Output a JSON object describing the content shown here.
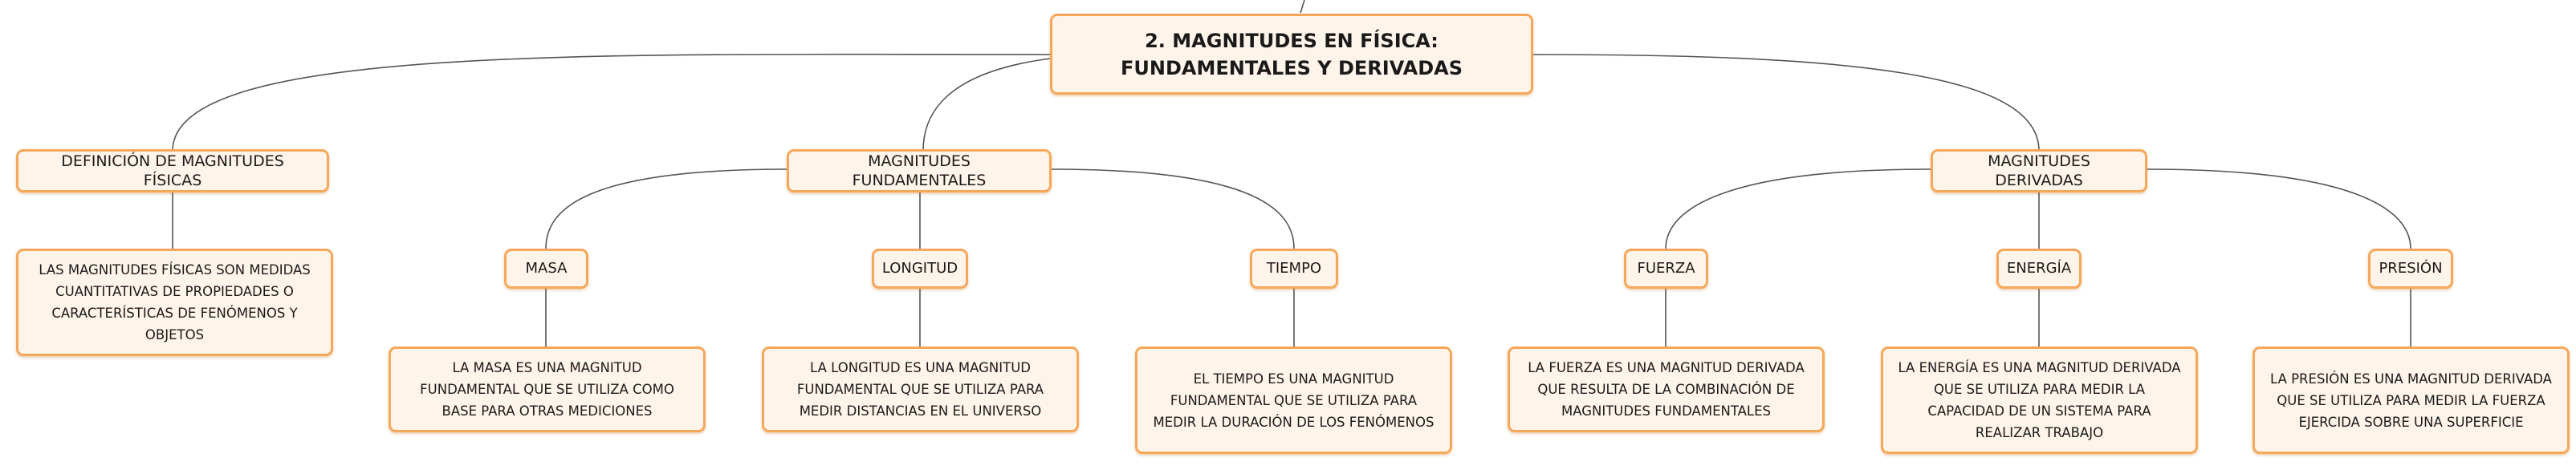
{
  "root": {
    "title": "2. MAGNITUDES EN FÍSICA: FUNDAMENTALES Y DERIVADAS"
  },
  "definition": {
    "label": "DEFINICIÓN DE MAGNITUDES FÍSICAS",
    "text": "LAS MAGNITUDES FÍSICAS SON MEDIDAS CUANTITATIVAS DE PROPIEDADES O CARACTERÍSTICAS DE FENÓMENOS Y OBJETOS"
  },
  "fundamental": {
    "label": "MAGNITUDES FUNDAMENTALES",
    "items": [
      {
        "label": "MASA",
        "text": "LA MASA ES UNA MAGNITUD FUNDAMENTAL QUE SE UTILIZA COMO BASE PARA OTRAS MEDICIONES"
      },
      {
        "label": "LONGITUD",
        "text": "LA LONGITUD ES UNA MAGNITUD FUNDAMENTAL QUE SE UTILIZA PARA MEDIR DISTANCIAS EN EL UNIVERSO"
      },
      {
        "label": "TIEMPO",
        "text": "EL TIEMPO ES UNA MAGNITUD FUNDAMENTAL QUE SE UTILIZA PARA MEDIR LA DURACIÓN DE LOS FENÓMENOS"
      }
    ]
  },
  "derived": {
    "label": "MAGNITUDES DERIVADAS",
    "items": [
      {
        "label": "FUERZA",
        "text": "LA FUERZA ES UNA MAGNITUD DERIVADA QUE RESULTA DE LA COMBINACIÓN DE MAGNITUDES FUNDAMENTALES"
      },
      {
        "label": "ENERGÍA",
        "text": "LA ENERGÍA ES UNA MAGNITUD DERIVADA QUE SE UTILIZA PARA MEDIR LA CAPACIDAD DE UN SISTEMA PARA REALIZAR TRABAJO"
      },
      {
        "label": "PRESIÓN",
        "text": "LA PRESIÓN ES UNA MAGNITUD DERIVADA QUE SE UTILIZA PARA MEDIR LA FUERZA EJERCIDA SOBRE UNA SUPERFICIE"
      }
    ]
  },
  "colors": {
    "node_fill": "#fff4ea",
    "node_border": "#f6a85a",
    "connector": "#555555"
  }
}
